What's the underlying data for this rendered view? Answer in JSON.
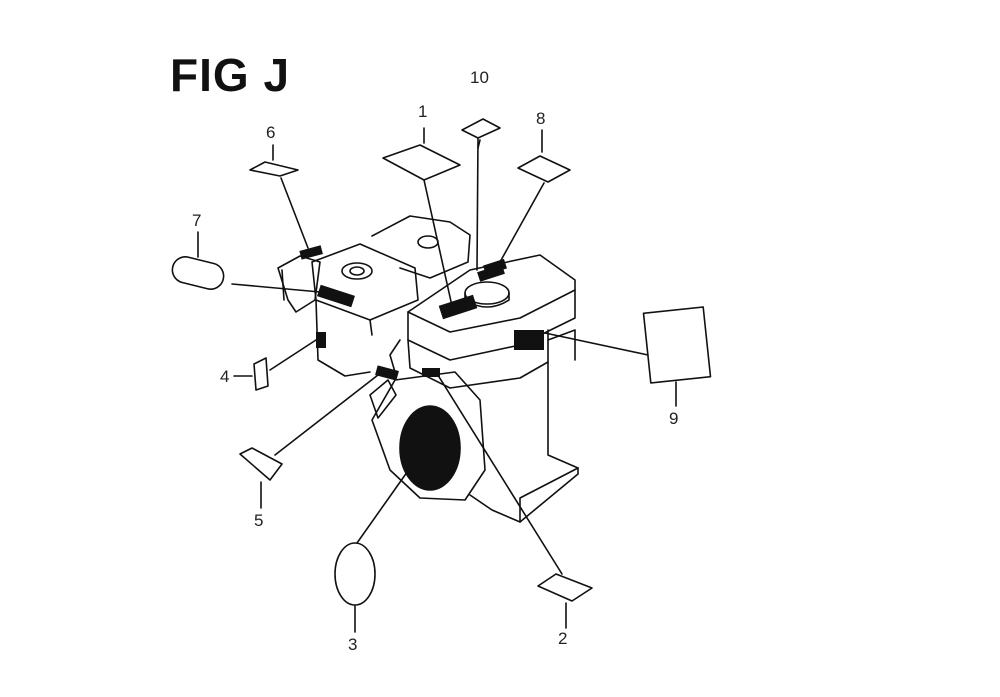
{
  "figure": {
    "title": "FIG J"
  },
  "callouts": {
    "c1": "1",
    "c2": "2",
    "c3": "3",
    "c4": "4",
    "c5": "5",
    "c6": "6",
    "c7": "7",
    "c8": "8",
    "c9": "9",
    "c10": "10"
  },
  "colors": {
    "ink": "#111111",
    "paper": "#ffffff"
  }
}
